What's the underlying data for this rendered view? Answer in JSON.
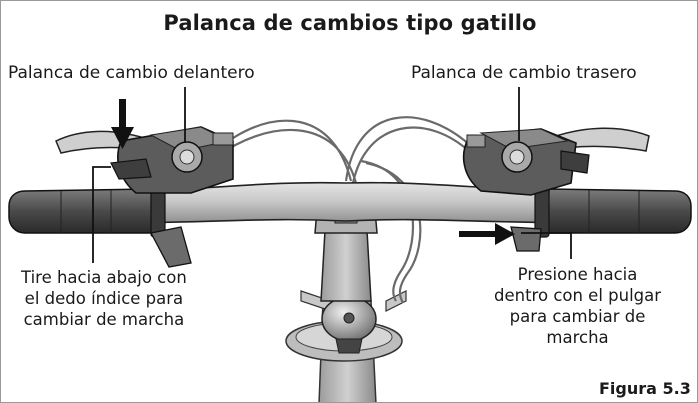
{
  "title": "Palanca de cambios tipo gatillo",
  "labels": {
    "front_shifter": "Palanca de cambio delantero",
    "rear_shifter": "Palanca de cambio trasero"
  },
  "instructions": {
    "left": "Tire hacia abajo con\nel dedo índice para\ncambiar de marcha",
    "right": "Presione hacia\ndentro con el pulgar\npara cambiar de\nmarcha"
  },
  "figure_number": "Figura 5.3"
}
